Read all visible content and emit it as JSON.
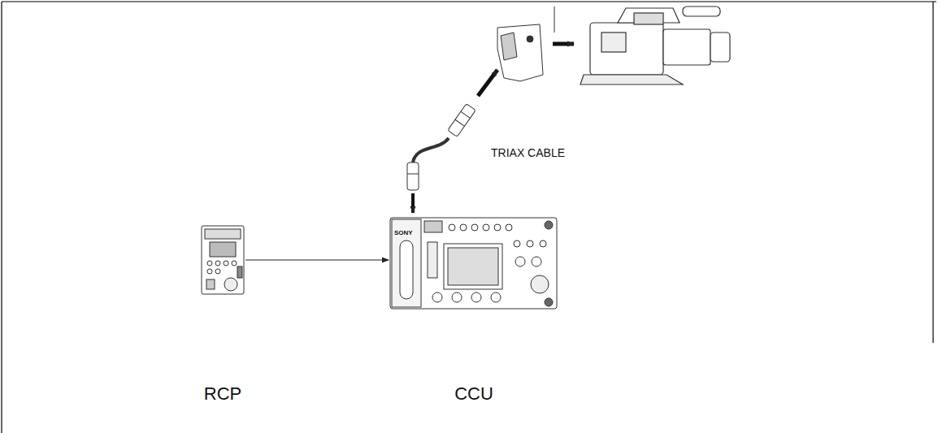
{
  "diagram": {
    "nodes": [
      {
        "text": [
          "RCP"
        ]
      },
      {
        "text": [
          "CCU"
        ]
      }
    ],
    "edges": [
      {
        "from": 0,
        "to": 1,
        "arrow": "to"
      }
    ],
    "labels": [
      "TRIAX CABLE",
      "SONY"
    ]
  }
}
